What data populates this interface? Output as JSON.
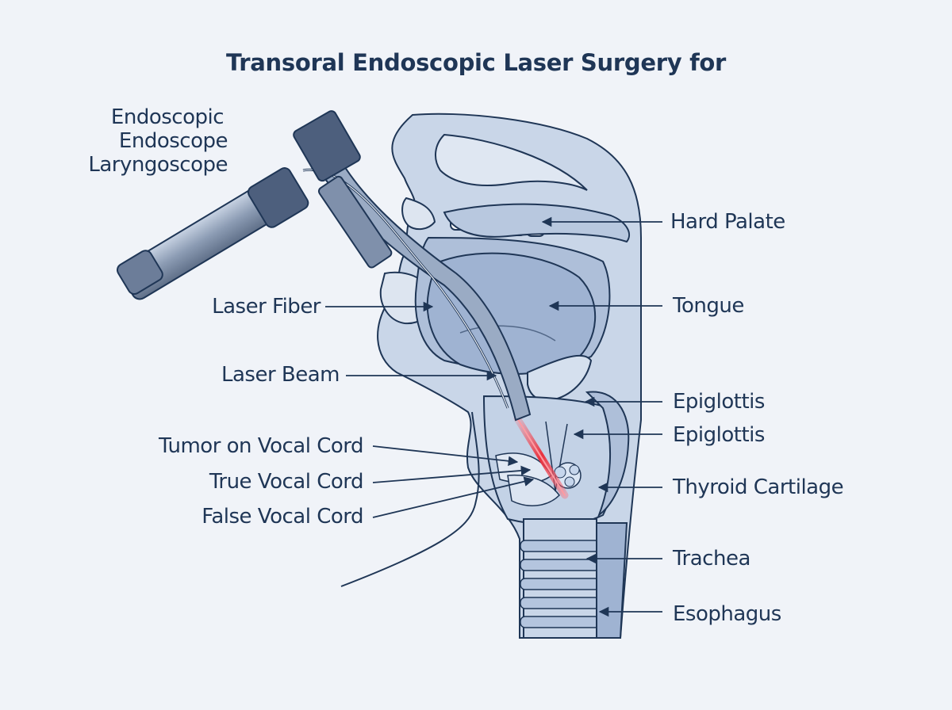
{
  "title": "Transoral Endoscopic Laser Surgery for",
  "instrument_label_lines": [
    "Endoscopic",
    "Endoscope",
    "Laryngoscope"
  ],
  "labels_left": {
    "laser_fiber": "Laser Fiber",
    "laser_beam": "Laser Beam",
    "tumor": "Tumor on Vocal Cord",
    "true_cord": "True Vocal Cord",
    "false_cord": "False Vocal Cord"
  },
  "labels_right": {
    "hard_palate": "Hard Palate",
    "tongue": "Tongue",
    "epiglottis_1": "Epiglottis",
    "epiglottis_2": "Epiglottis",
    "thyroid": "Thyroid Cartilage",
    "trachea": "Trachea",
    "esophagus": "Esophagus"
  },
  "colors": {
    "background": "#f0f3f8",
    "ink": "#1f3656",
    "tissue_light": "#c9d6e8",
    "tissue_mid": "#a9bcd8",
    "laser": "#e8303c"
  }
}
